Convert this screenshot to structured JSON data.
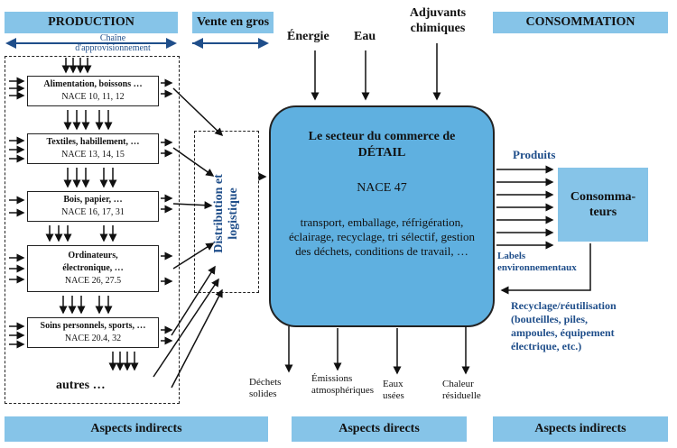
{
  "banners": {
    "production": "PRODUCTION",
    "wholesale": "Vente en gros",
    "consumption": "CONSOMMATION",
    "indirect_left": "Aspects indirects",
    "direct": "Aspects directs",
    "indirect_right": "Aspects indirects"
  },
  "supply_chain_label": "Chaîne d'approvisionnement",
  "inputs": {
    "energy": "Énergie",
    "water": "Eau",
    "additives": "Adjuvants chimiques"
  },
  "sectors": [
    {
      "title": "Alimentation, boissons …",
      "nace": "NACE 10, 11, 12"
    },
    {
      "title": "Textiles, habillement, …",
      "nace": "NACE 13, 14, 15"
    },
    {
      "title": "Bois, papier, …",
      "nace": "NACE 16, 17, 31"
    },
    {
      "title": "Ordinateurs, électronique, …",
      "nace": "NACE 26, 27.5"
    },
    {
      "title": "Soins personnels, sports, …",
      "nace": "NACE 20.4, 32"
    }
  ],
  "others_label": "autres …",
  "distribution_label": "Distribution et logistique",
  "retail": {
    "title": "Le secteur du commerce de DÉTAIL",
    "nace": "NACE 47",
    "activities": "transport, emballage, réfrigération, éclairage, recyclage, tri sélectif, gestion des déchets, conditions de travail, …"
  },
  "consumers": "Consomma-teurs",
  "products_label": "Produits",
  "eco_labels": "Labels environnementaux",
  "recycling": "Recyclage/réutilisation (bouteilles, piles, ampoules, équipement électrique, etc.)",
  "outputs": {
    "solid_waste": "Déchets solides",
    "emissions": "Émissions atmosphériques",
    "wastewater": "Eaux usées",
    "residual_heat": "Chaleur résiduelle"
  },
  "colors": {
    "banner": "#86c4e8",
    "retail_fill": "#5fb0e0",
    "accent_text": "#1f4e8a"
  }
}
